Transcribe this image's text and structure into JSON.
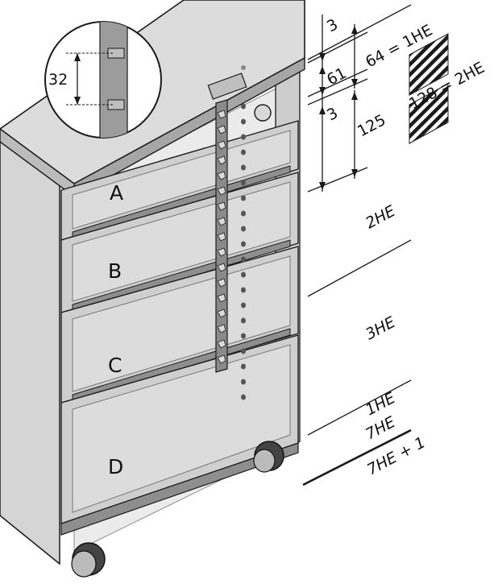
{
  "diagram": {
    "drawer_labels": [
      "A",
      "B",
      "C",
      "D"
    ],
    "detail_dimension": "32",
    "dimensions": {
      "top_gap": "3",
      "rail_height": "61",
      "bottom_gap": "3",
      "drawer_height": "125",
      "unit_1he": "64 = 1HE",
      "unit_2he": "128 = 2HE"
    },
    "he_labels": {
      "drawer_b": "2HE",
      "drawer_c": "3HE",
      "sum_1": "1HE",
      "sum_2": "7HE",
      "total": "7HE + 1"
    },
    "colors": {
      "cabinet_side": "#d5d5d5",
      "cabinet_top": "#dcdcdc",
      "drawer_front": "#cfcfcf",
      "drawer_edge": "#9d9d9d",
      "line": "#1a1a1a",
      "hatch": "#1a1a1a"
    }
  }
}
